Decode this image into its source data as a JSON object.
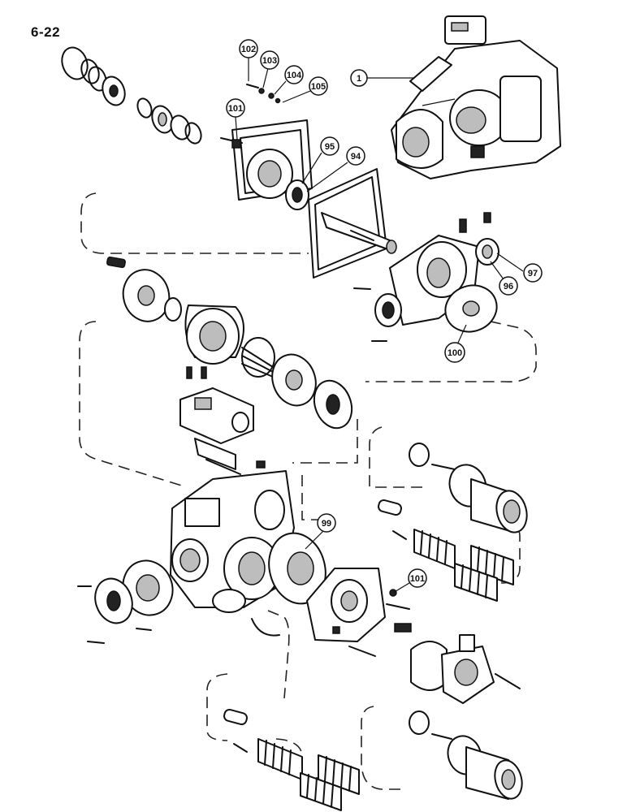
{
  "page_label": "6-22",
  "callouts": {
    "c1": "1",
    "c94": "94",
    "c95": "95",
    "c96": "96",
    "c97": "97",
    "c99": "99",
    "c100": "100",
    "c101a": "101",
    "c101b": "101",
    "c102": "102",
    "c103": "103",
    "c104": "104",
    "c105": "105"
  }
}
